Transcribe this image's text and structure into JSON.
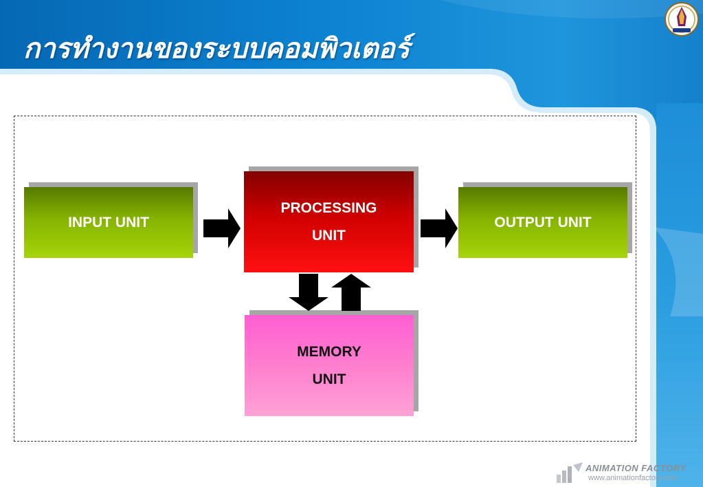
{
  "slide": {
    "title": "การทำงานของระบบคอมพิวเตอร์"
  },
  "diagram": {
    "input": {
      "label": "INPUT UNIT"
    },
    "processing": {
      "line1": "PROCESSING",
      "line2": "UNIT"
    },
    "output": {
      "label": "OUTPUT UNIT"
    },
    "memory": {
      "line1": "MEMORY",
      "line2": "UNIT"
    }
  },
  "watermark": {
    "brand": "ANIMATION FACTORY",
    "url": "www.animationfactory.com"
  },
  "colors": {
    "header_blue": "#0a7fcf",
    "input_output_green": "#8cc000",
    "processing_red": "#e00000",
    "memory_pink": "#ff88d0"
  }
}
